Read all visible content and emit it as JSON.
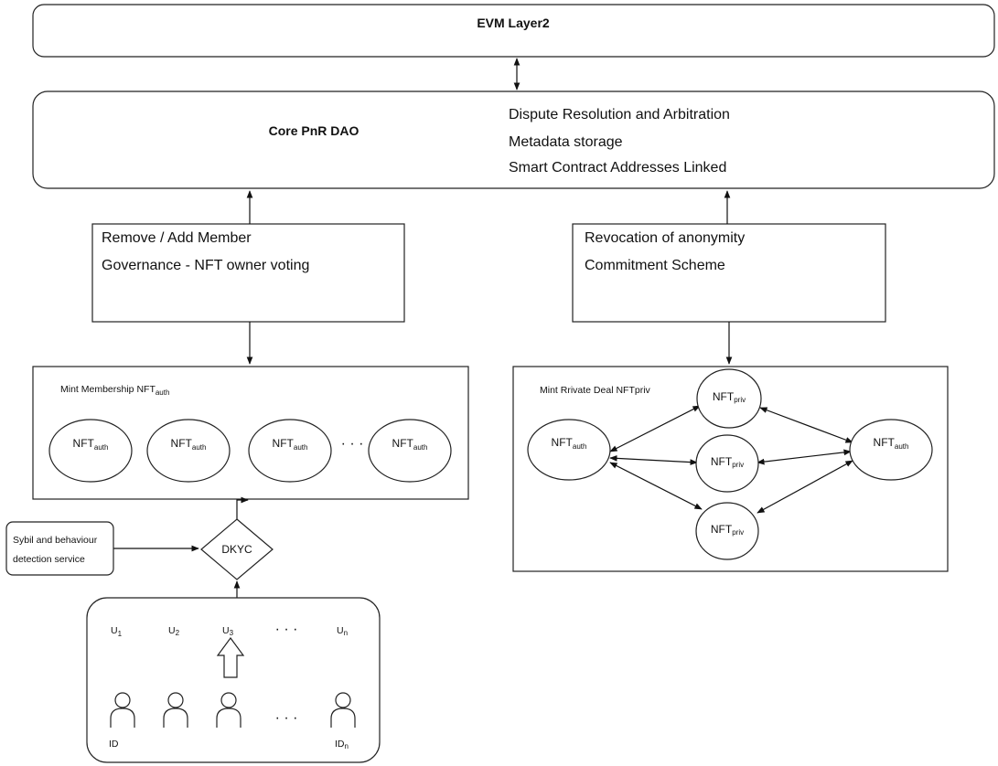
{
  "evm_layer": {
    "title": "EVM Layer2"
  },
  "core_dao": {
    "title": "Core PnR DAO",
    "items": [
      "Dispute Resolution and Arbitration",
      "Metadata storage",
      "Smart Contract  Addresses Linked"
    ]
  },
  "governance_box": {
    "items": [
      "Remove / Add Member",
      "Governance - NFT owner voting"
    ]
  },
  "revocation_box": {
    "items": [
      "Revocation of anonymity",
      "Commitment Scheme"
    ]
  },
  "membership_panel": {
    "title": "Mint  Membership NFT",
    "title_sub": "auth",
    "nodes": [
      {
        "base": "NFT",
        "sub": "auth"
      },
      {
        "base": "NFT",
        "sub": "auth"
      },
      {
        "base": "NFT",
        "sub": "auth"
      },
      {
        "base": "NFT",
        "sub": "auth"
      }
    ],
    "ellipsis": "· · ·"
  },
  "private_panel": {
    "title": "Mint  Rrivate Deal NFTpriv",
    "left_node": {
      "base": "NFT",
      "sub": "auth"
    },
    "right_node": {
      "base": "NFT",
      "sub": "auth"
    },
    "priv_nodes": [
      {
        "base": "NFT",
        "sub": "priv"
      },
      {
        "base": "NFT",
        "sub": "priv"
      },
      {
        "base": "NFT",
        "sub": "priv"
      }
    ]
  },
  "sybil_service": {
    "line1": "Sybil and behaviour",
    "line2": "detection service"
  },
  "dkyc": {
    "label": "DKYC"
  },
  "users": {
    "labels": [
      {
        "base": "U",
        "sub": "1"
      },
      {
        "base": "U",
        "sub": "2"
      },
      {
        "base": "U",
        "sub": "3"
      },
      {
        "base": "U",
        "sub": "n"
      }
    ],
    "ellipsis_top": "· · ·",
    "ellipsis_bottom": "· · ·",
    "id_first": "ID",
    "id_last": {
      "base": "ID",
      "sub": "n"
    }
  }
}
